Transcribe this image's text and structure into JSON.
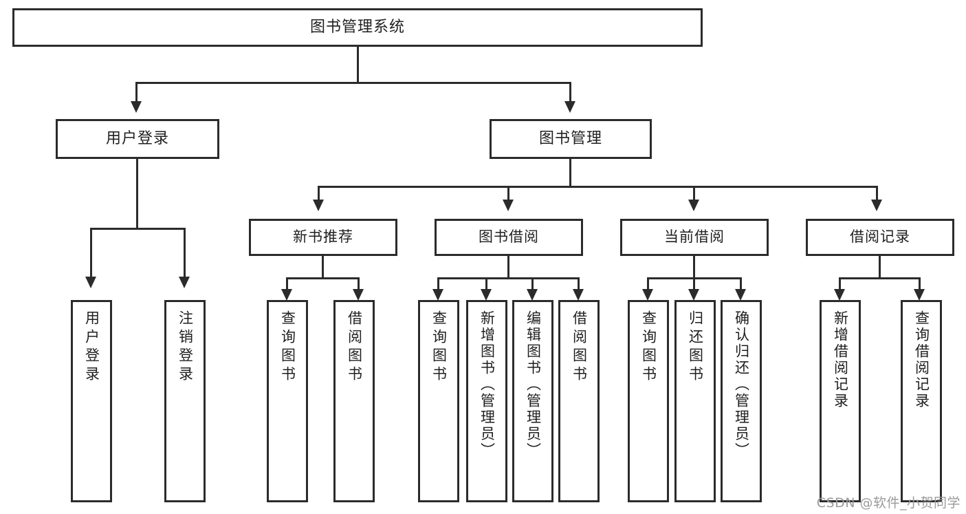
{
  "diagram": {
    "type": "tree-hierarchy-chart",
    "title": "图书管理系统",
    "watermark": "CSDN @软件_小贺同学",
    "colors": {
      "background": "#ffffff",
      "border": "#2b2b2b",
      "text": "#1f1f1f",
      "watermark": "#9a9a9a"
    },
    "nodes": {
      "root": {
        "label": "图书管理系统"
      },
      "level1": [
        {
          "id": "user-login",
          "label": "用户登录"
        },
        {
          "id": "book-manage",
          "label": "图书管理"
        }
      ],
      "level2": [
        {
          "id": "new-book-recommend",
          "label": "新书推荐"
        },
        {
          "id": "book-borrow",
          "label": "图书借阅"
        },
        {
          "id": "current-borrow",
          "label": "当前借阅"
        },
        {
          "id": "borrow-record",
          "label": "借阅记录"
        }
      ],
      "leaves": {
        "user-login": [
          {
            "id": "leaf-user-login",
            "label": "用户登录"
          },
          {
            "id": "leaf-logout-login",
            "label": "注销登录"
          }
        ],
        "new-book-recommend": [
          {
            "id": "leaf-query-book-1",
            "label": "查询图书"
          },
          {
            "id": "leaf-borrow-book-1",
            "label": "借阅图书"
          }
        ],
        "book-borrow": [
          {
            "id": "leaf-query-book-2",
            "label": "查询图书"
          },
          {
            "id": "leaf-add-book-admin",
            "label": "新增图书（管理员）"
          },
          {
            "id": "leaf-edit-book-admin",
            "label": "编辑图书（管理员）"
          },
          {
            "id": "leaf-borrow-book-2",
            "label": "借阅图书"
          }
        ],
        "current-borrow": [
          {
            "id": "leaf-query-book-3",
            "label": "查询图书"
          },
          {
            "id": "leaf-return-book",
            "label": "归还图书"
          },
          {
            "id": "leaf-confirm-return-admin",
            "label": "确认归还（管理员）"
          }
        ],
        "borrow-record": [
          {
            "id": "leaf-add-borrow-record",
            "label": "新增借阅记录"
          },
          {
            "id": "leaf-query-borrow-record",
            "label": "查询借阅记录"
          }
        ]
      }
    }
  }
}
